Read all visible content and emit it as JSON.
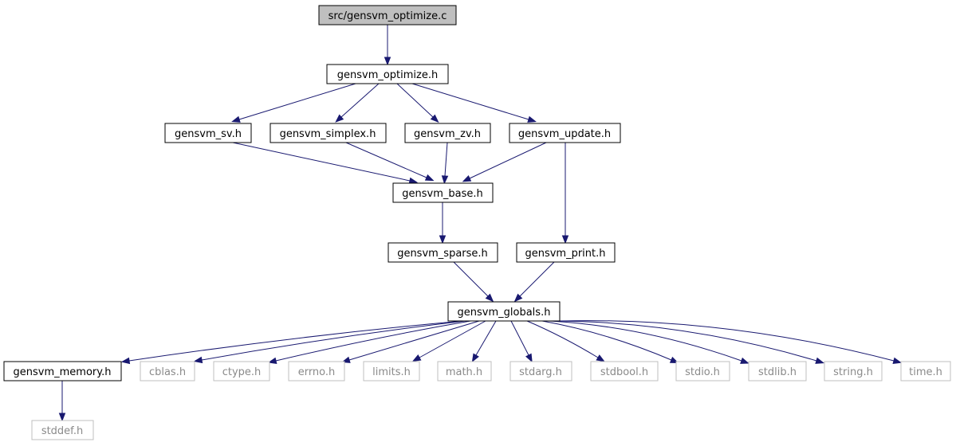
{
  "diagram": {
    "nodes": {
      "root": "src/gensvm_optimize.c",
      "optimize_h": "gensvm_optimize.h",
      "sv_h": "gensvm_sv.h",
      "simplex_h": "gensvm_simplex.h",
      "zv_h": "gensvm_zv.h",
      "update_h": "gensvm_update.h",
      "base_h": "gensvm_base.h",
      "sparse_h": "gensvm_sparse.h",
      "print_h": "gensvm_print.h",
      "globals_h": "gensvm_globals.h",
      "memory_h": "gensvm_memory.h",
      "cblas_h": "cblas.h",
      "ctype_h": "ctype.h",
      "errno_h": "errno.h",
      "limits_h": "limits.h",
      "math_h": "math.h",
      "stdarg_h": "stdarg.h",
      "stdbool_h": "stdbool.h",
      "stdio_h": "stdio.h",
      "stdlib_h": "stdlib.h",
      "string_h": "string.h",
      "time_h": "time.h",
      "stddef_h": "stddef.h"
    },
    "edges": [
      [
        "root",
        "optimize_h"
      ],
      [
        "optimize_h",
        "sv_h"
      ],
      [
        "optimize_h",
        "simplex_h"
      ],
      [
        "optimize_h",
        "zv_h"
      ],
      [
        "optimize_h",
        "update_h"
      ],
      [
        "sv_h",
        "base_h"
      ],
      [
        "simplex_h",
        "base_h"
      ],
      [
        "zv_h",
        "base_h"
      ],
      [
        "update_h",
        "base_h"
      ],
      [
        "update_h",
        "print_h"
      ],
      [
        "base_h",
        "sparse_h"
      ],
      [
        "sparse_h",
        "globals_h"
      ],
      [
        "print_h",
        "globals_h"
      ],
      [
        "globals_h",
        "memory_h"
      ],
      [
        "globals_h",
        "cblas_h"
      ],
      [
        "globals_h",
        "ctype_h"
      ],
      [
        "globals_h",
        "errno_h"
      ],
      [
        "globals_h",
        "limits_h"
      ],
      [
        "globals_h",
        "math_h"
      ],
      [
        "globals_h",
        "stdarg_h"
      ],
      [
        "globals_h",
        "stdbool_h"
      ],
      [
        "globals_h",
        "stdio_h"
      ],
      [
        "globals_h",
        "stdlib_h"
      ],
      [
        "globals_h",
        "string_h"
      ],
      [
        "globals_h",
        "time_h"
      ],
      [
        "memory_h",
        "stddef_h"
      ]
    ],
    "colors": {
      "edge": "#191970",
      "root_fill": "#bfbfbf",
      "system_header_border": "#bfbfbf",
      "system_header_text": "#8a8a8a"
    }
  }
}
